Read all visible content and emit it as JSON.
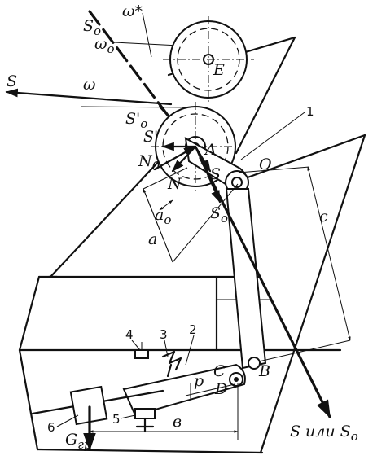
{
  "labels": {
    "S_top": "S",
    "S0_top": "S",
    "S0_top_sub": "o",
    "omega_star": "ω*",
    "omega0": "ω",
    "omega0_sub": "o",
    "E": "E",
    "S_left": "S",
    "omega": "ω",
    "S0_prime": "S'",
    "S0_prime_sub": "o",
    "one": "1",
    "S_prime": "S'",
    "A": "A",
    "O": "O",
    "N0": "N",
    "N0_sub": "0",
    "N": "N",
    "S_mid": "S",
    "S0_mid": "S",
    "S0_mid_sub": "o",
    "a0": "a",
    "a0_sub": "o",
    "a": "a",
    "c": "c",
    "two": "2",
    "three": "3",
    "four": "4",
    "C": "C",
    "B": "B",
    "D": "D",
    "p": "p",
    "five": "5",
    "six": "6",
    "b": "в",
    "G": "G",
    "G_sub": "гр",
    "bottom_right": "S или S",
    "bottom_right_sub": "o"
  }
}
